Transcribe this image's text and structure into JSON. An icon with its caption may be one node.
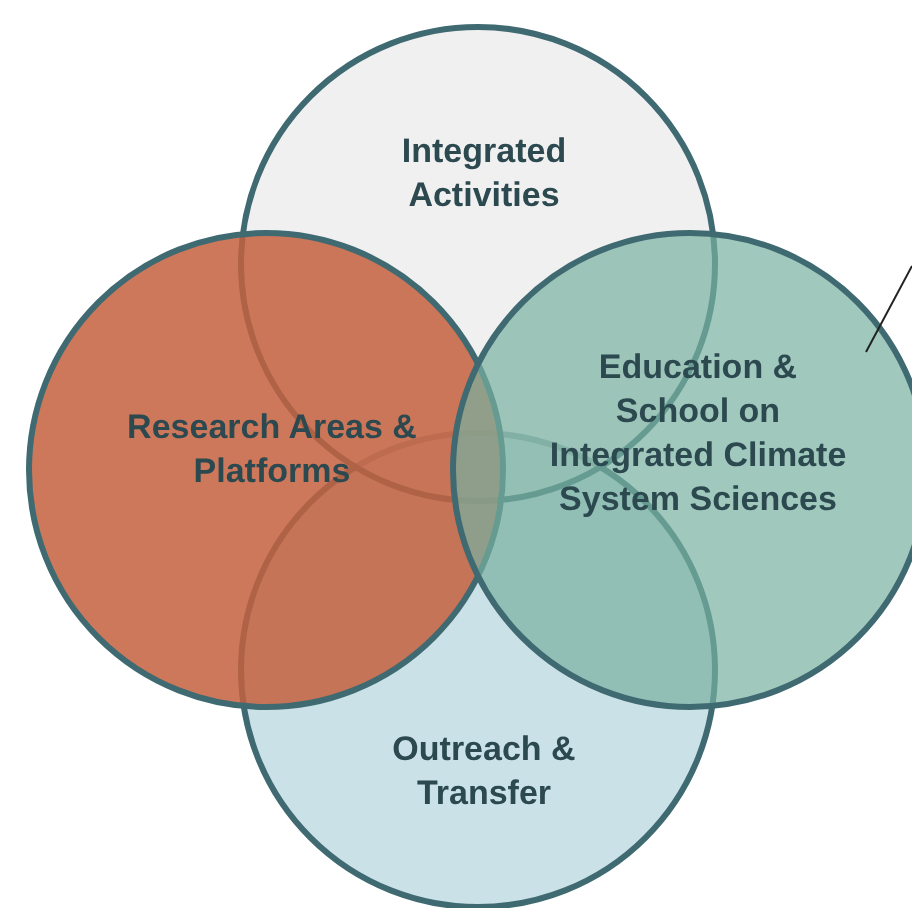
{
  "diagram": {
    "nodes": [
      {
        "text": [
          "Integrated Activities"
        ]
      },
      {
        "text": [
          "Research Areas & Platforms"
        ]
      },
      {
        "text": [
          "Education & School on Integrated Climate System Sciences"
        ]
      },
      {
        "text": [
          "Outreach & Transfer"
        ]
      }
    ],
    "edges": [
      {
        "from": null,
        "to": 2,
        "arrow": "none"
      }
    ]
  }
}
